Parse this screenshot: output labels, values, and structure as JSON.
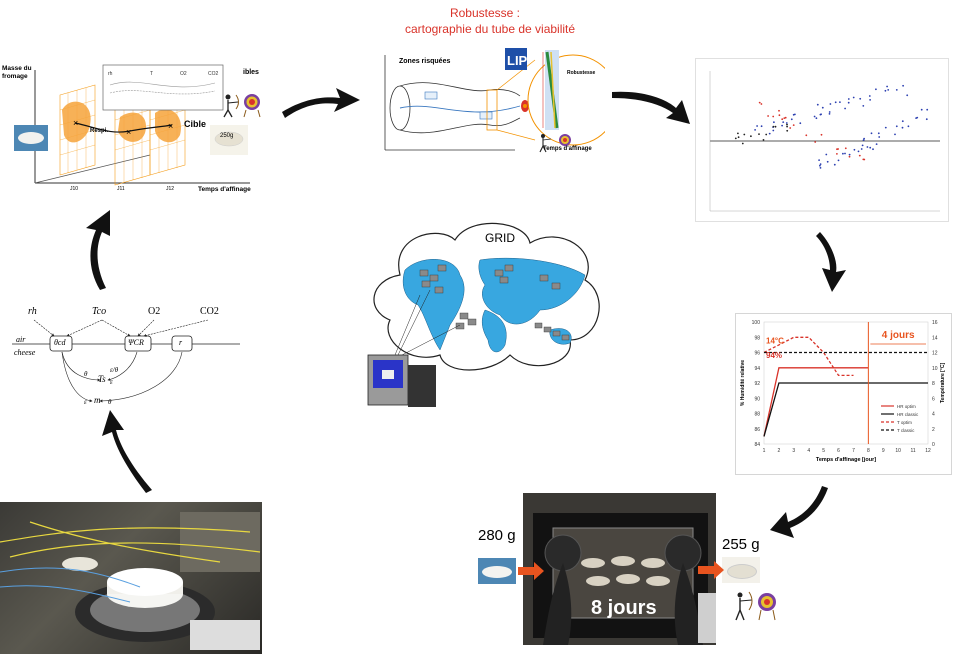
{
  "colors": {
    "arrow": "#111111",
    "accent_orange": "#f39200",
    "accent_red": "#d9332a",
    "map_blue": "#38a7e0",
    "chart_blue": "#2b3fb0"
  },
  "panel_tl": {
    "ylabel": "Masse du fromage",
    "top_box_labels": [
      "rh",
      "T",
      "O2",
      "CO2"
    ],
    "cible": "Cible",
    "ibles": "ibles",
    "respi": "Respi.",
    "weight": "250g",
    "xlabel": "Temps d'affinage",
    "ticks": [
      "J10",
      "J11",
      "J12"
    ]
  },
  "panel_tc": {
    "title_line1": "Robustesse :",
    "title_line2": "cartographie du tube de viabilité",
    "zones": "Zones risquées",
    "logo": "LIP",
    "robustesse": "Robustesse",
    "xlabel": "Temps d'affinage"
  },
  "panel_ml": {
    "inputs": [
      "rh",
      "Tco",
      "O2",
      "CO2"
    ],
    "side_labels": [
      "air",
      "cheese"
    ],
    "blocks": [
      "θcd",
      "ΨCR",
      "r"
    ],
    "outputs": [
      "Ts",
      "m"
    ],
    "out_texts": [
      "θ",
      "ε/θ",
      "ε",
      "ε",
      "θ"
    ]
  },
  "grid": {
    "label": "GRID"
  },
  "chart_data": {
    "type": "line",
    "x": [
      1,
      2,
      3,
      4,
      5,
      6,
      7,
      8,
      9,
      10,
      11,
      12
    ],
    "xlabel": "Temps d'affinage [jour]",
    "ylabel_left": "% Humidité relative",
    "ylabel_right": "Température [°C]",
    "ylim_left": [
      84,
      100
    ],
    "ylim_right": [
      0,
      16
    ],
    "yticks_left": [
      84,
      86,
      88,
      90,
      92,
      94,
      96,
      98,
      100
    ],
    "yticks_right": [
      0,
      2,
      4,
      6,
      8,
      10,
      12,
      14,
      16
    ],
    "annotations": {
      "temp": "14°C",
      "rh": "94%",
      "duration": "4 jours"
    },
    "vline_x": 8,
    "series": [
      {
        "name": "HR optim",
        "axis": "left",
        "values": [
          85,
          94,
          94,
          94,
          94,
          94,
          94,
          94,
          null,
          null,
          null,
          null
        ]
      },
      {
        "name": "HR classic",
        "axis": "left",
        "values": [
          85,
          92,
          92,
          92,
          92,
          92,
          92,
          92,
          92,
          92,
          92,
          92
        ]
      },
      {
        "name": "T optim",
        "axis": "right",
        "values": [
          12,
          13,
          14,
          14,
          12,
          9,
          9,
          null,
          null,
          null,
          null,
          null
        ]
      },
      {
        "name": "T classic",
        "axis": "right",
        "values": [
          12,
          12,
          12,
          12,
          12,
          12,
          12,
          12,
          12,
          12,
          12,
          12
        ]
      }
    ]
  },
  "panel_bc": {
    "weight_in": "280 g",
    "weight_out": "255 g",
    "duration": "8 jours"
  }
}
